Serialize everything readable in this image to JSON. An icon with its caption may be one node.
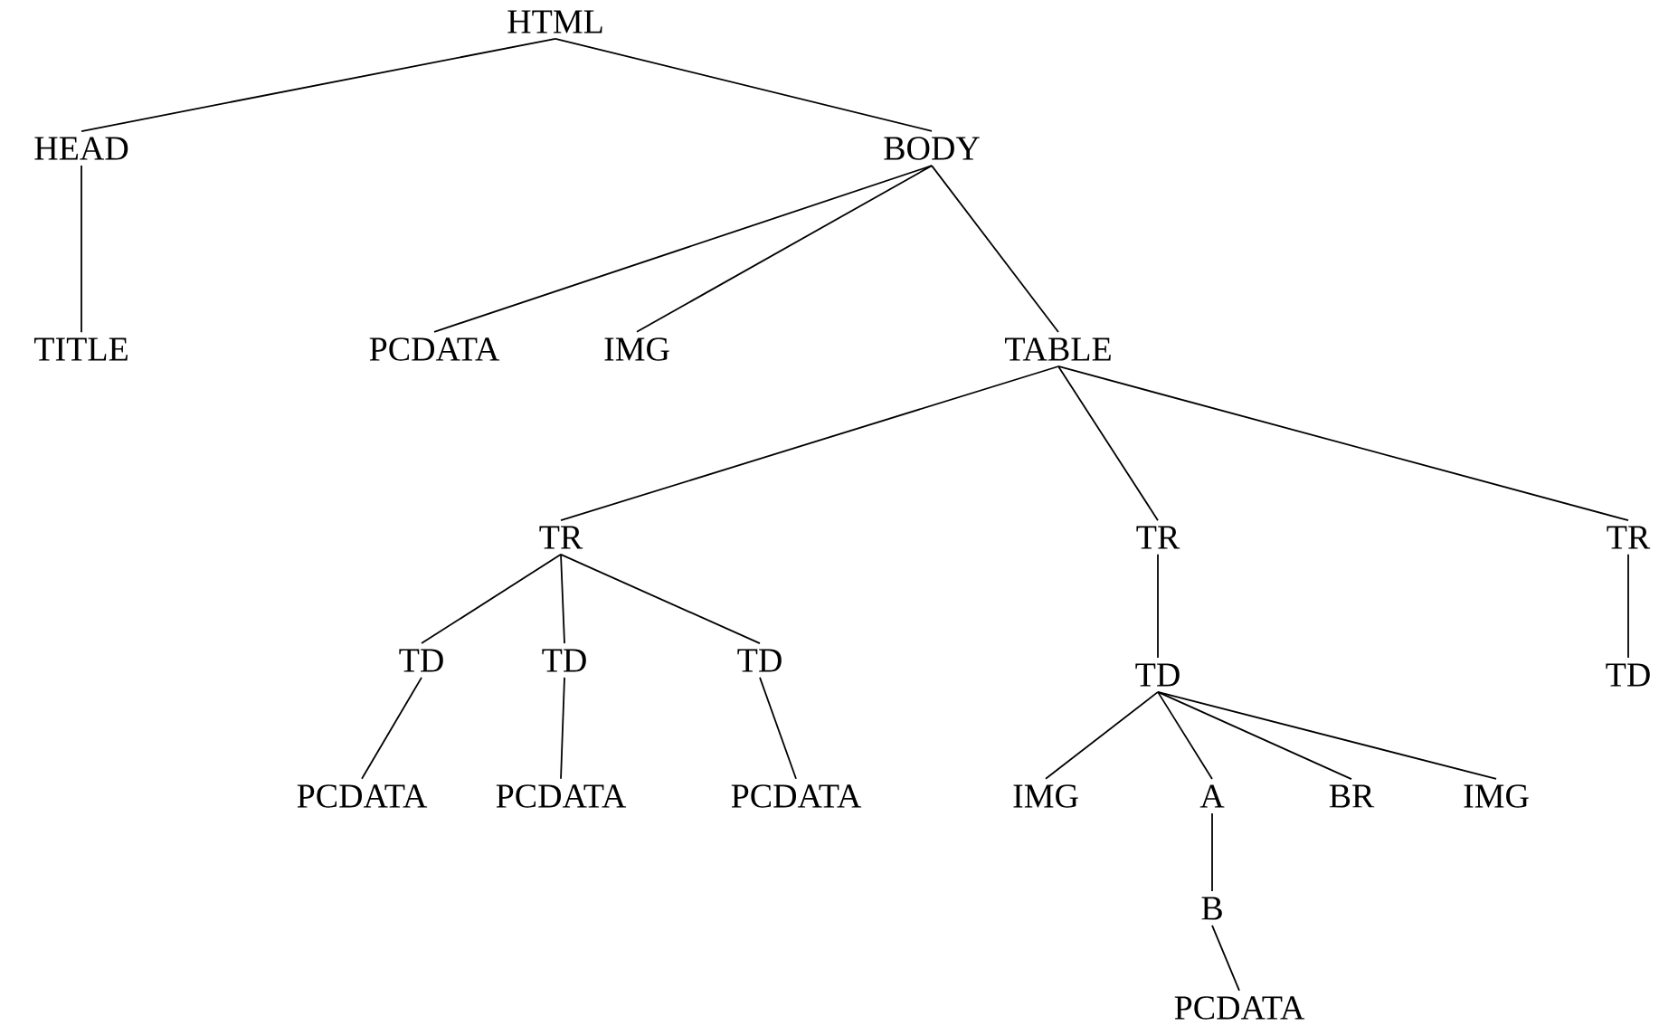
{
  "diagram": {
    "nodes": [
      {
        "text": [
          "HTML"
        ]
      },
      {
        "text": [
          "HEAD"
        ]
      },
      {
        "text": [
          "BODY"
        ]
      },
      {
        "text": [
          "TITLE"
        ]
      },
      {
        "text": [
          "PCDATA"
        ]
      },
      {
        "text": [
          "IMG"
        ]
      },
      {
        "text": [
          "TABLE"
        ]
      },
      {
        "text": [
          "TR"
        ]
      },
      {
        "text": [
          "TR"
        ]
      },
      {
        "text": [
          "TR"
        ]
      },
      {
        "text": [
          "TD"
        ]
      },
      {
        "text": [
          "TD"
        ]
      },
      {
        "text": [
          "TD"
        ]
      },
      {
        "text": [
          "TD"
        ]
      },
      {
        "text": [
          "TD"
        ]
      },
      {
        "text": [
          "PCDATA"
        ]
      },
      {
        "text": [
          "PCDATA"
        ]
      },
      {
        "text": [
          "PCDATA"
        ]
      },
      {
        "text": [
          "IMG"
        ]
      },
      {
        "text": [
          "A"
        ]
      },
      {
        "text": [
          "BR"
        ]
      },
      {
        "text": [
          "IMG"
        ]
      },
      {
        "text": [
          "B"
        ]
      },
      {
        "text": [
          "PCDATA"
        ]
      }
    ],
    "edges": [
      {
        "from": 0,
        "to": 1,
        "arrow": "none"
      },
      {
        "from": 0,
        "to": 2,
        "arrow": "none"
      },
      {
        "from": 1,
        "to": 3,
        "arrow": "none"
      },
      {
        "from": 2,
        "to": 4,
        "arrow": "none"
      },
      {
        "from": 2,
        "to": 5,
        "arrow": "none"
      },
      {
        "from": 2,
        "to": 6,
        "arrow": "none"
      },
      {
        "from": 6,
        "to": 7,
        "arrow": "none"
      },
      {
        "from": 6,
        "to": 8,
        "arrow": "none"
      },
      {
        "from": 6,
        "to": 9,
        "arrow": "none"
      },
      {
        "from": 7,
        "to": 10,
        "arrow": "none"
      },
      {
        "from": 7,
        "to": 11,
        "arrow": "none"
      },
      {
        "from": 7,
        "to": 12,
        "arrow": "none"
      },
      {
        "from": 8,
        "to": 13,
        "arrow": "none"
      },
      {
        "from": 9,
        "to": 14,
        "arrow": "none"
      },
      {
        "from": 10,
        "to": 15,
        "arrow": "none"
      },
      {
        "from": 11,
        "to": 16,
        "arrow": "none"
      },
      {
        "from": 12,
        "to": 17,
        "arrow": "none"
      },
      {
        "from": 13,
        "to": 18,
        "arrow": "none"
      },
      {
        "from": 13,
        "to": 19,
        "arrow": "none"
      },
      {
        "from": 13,
        "to": 20,
        "arrow": "none"
      },
      {
        "from": 13,
        "to": 21,
        "arrow": "none"
      },
      {
        "from": 19,
        "to": 22,
        "arrow": "none"
      },
      {
        "from": 22,
        "to": 23,
        "arrow": "none"
      }
    ]
  }
}
